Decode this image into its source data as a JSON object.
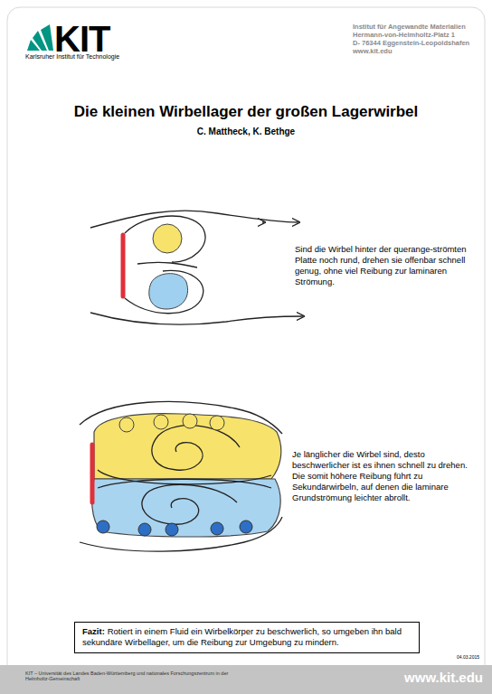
{
  "diagram": {
    "title": "Die kleinen Wirbellager der großen Lagerwirbel",
    "nodes": [
      {
        "text": [
          "Fazit:",
          "Rotiert in einem Fluid ein Wirbelkörper zu beschwerlich, so umgeben ihn bald sekundäre Wirbellager, um die Reibung zur Umgebung zu mindern."
        ]
      }
    ],
    "labels": [
      "KIT",
      "Karlsruher Institut für Technologie",
      "Institut für Angewandte Materialien",
      "Hermann-von-Helmholtz-Platz 1",
      "D- 76344 Eggenstein-Leopoldshafen",
      "www.kit.edu",
      "C. Mattheck, K. Bethge",
      "Sind die Wirbel hinter der querange-strömten Platte noch rund, drehen sie offenbar schnell genug, ohne viel Reibung zur laminaren Strömung.",
      "Je länglicher die Wirbel sind, desto beschwerlicher ist es ihnen schnell zu drehen. Die somit höhere Reibung führt zu Sekundärwirbeln, auf denen die laminare Grundströmung leichter abrollt.",
      "04.03.2015",
      "KIT – Universität des Landes Baden-Württemberg und nationales Forschungszentrum in der Helmholtz-Gemeinschaft",
      "www.kit.edu"
    ]
  }
}
